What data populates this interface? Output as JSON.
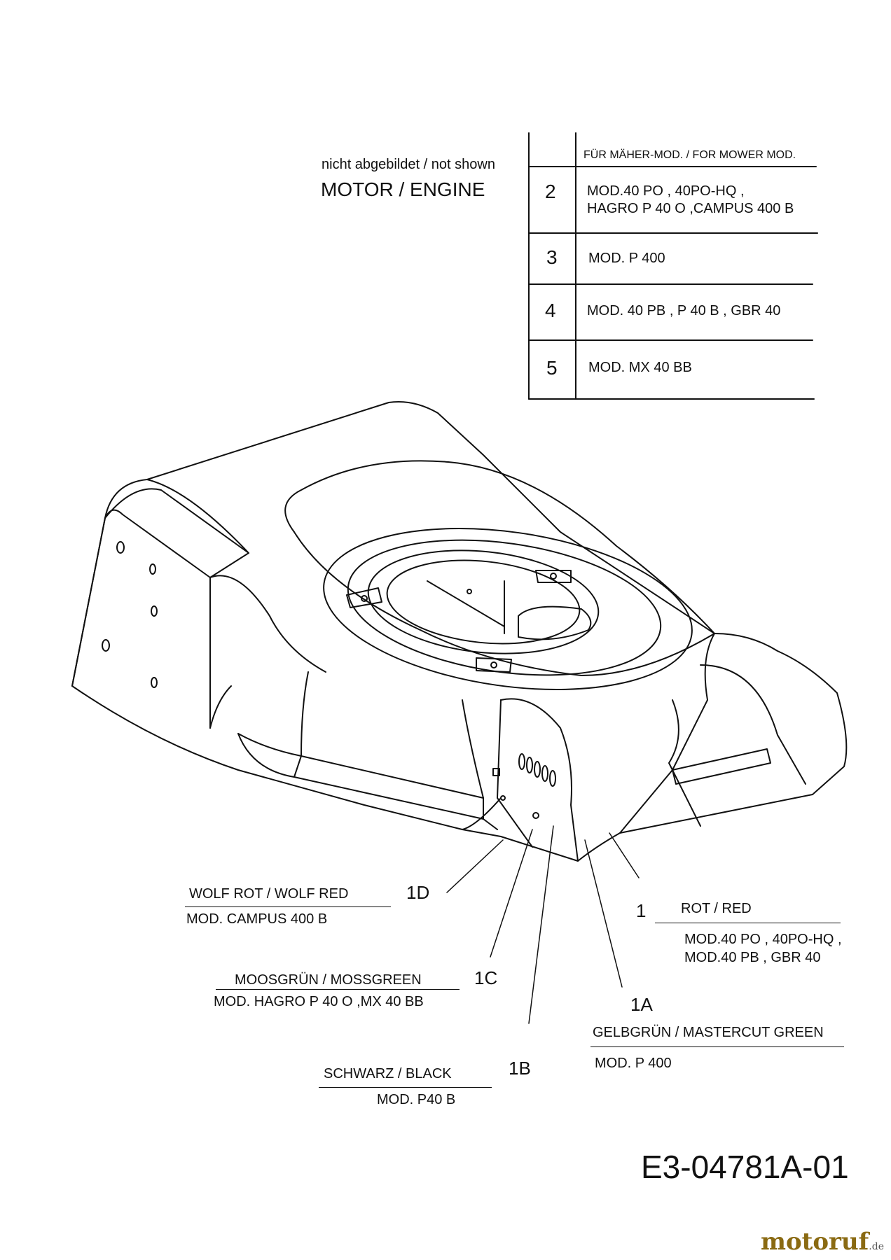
{
  "not_shown": {
    "caption": "nicht abgebildet / not shown",
    "item": "MOTOR / ENGINE"
  },
  "model_table": {
    "header": "FÜR MÄHER-MOD. / FOR MOWER MOD.",
    "rows": [
      {
        "num": "2",
        "line1": "MOD.40 PO , 40PO-HQ ,",
        "line2": "HAGRO P 40 O  ,CAMPUS 400 B"
      },
      {
        "num": "3",
        "line1": "MOD. P 400",
        "line2": ""
      },
      {
        "num": "4",
        "line1": "MOD. 40 PB , P 40 B , GBR 40",
        "line2": ""
      },
      {
        "num": "5",
        "line1": "MOD. MX 40 BB",
        "line2": ""
      }
    ]
  },
  "variants": {
    "v1": {
      "callout": "1",
      "color": "ROT / RED",
      "model1": "MOD.40 PO , 40PO-HQ ,",
      "model2": "MOD.40 PB , GBR 40"
    },
    "v1a": {
      "callout": "1A",
      "color": "GELBGRÜN / MASTERCUT GREEN",
      "model": "MOD. P 400"
    },
    "v1b": {
      "callout": "1B",
      "color": "SCHWARZ / BLACK",
      "model": "MOD. P40 B"
    },
    "v1c": {
      "callout": "1C",
      "color": "MOOSGRÜN / MOSSGREEN",
      "model": "MOD. HAGRO P 40 O ,MX 40 BB"
    },
    "v1d": {
      "callout": "1D",
      "color": "WOLF ROT / WOLF RED",
      "model": "MOD.  CAMPUS 400 B"
    }
  },
  "drawing_number": "E3-04781A-01",
  "logo": {
    "name": "motoruf",
    "tld": ".de"
  },
  "colors": {
    "line": "#111111",
    "logo": "#8a6a12"
  }
}
